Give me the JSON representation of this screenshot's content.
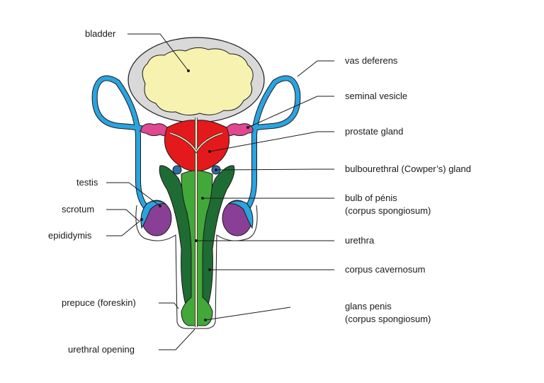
{
  "diagram": {
    "labels": {
      "bladder": "bladder",
      "vas_deferens": "vas deferens",
      "seminal_vesicle": "seminal vesicle",
      "prostate_gland": "prostate gland",
      "bulbourethral_gland": "bulbourethral (Cowper’s) gland",
      "bulb_of_penis_line1": "bulb of pénis",
      "bulb_of_penis_line2": "(corpus spongiosum)",
      "urethra": "urethra",
      "corpus_cavernosum": "corpus cavernosum",
      "glans_penis_line1": "glans penis",
      "glans_penis_line2": "(corpus spongiosum)",
      "testis": "testis",
      "scrotum": "scrotum",
      "epididymis": "epididymis",
      "prepuce": "prepuce (foreskin)",
      "urethral_opening": "urethral opening"
    },
    "colors": {
      "bladder_wall": "#d9d9d9",
      "bladder_fill": "#f7f2b0",
      "vas_deferens": "#2aa3e0",
      "seminal_vesicle": "#e0488f",
      "prostate": "#e3191c",
      "bulbourethral": "#2d6fa8",
      "corpus_spongiosum": "#43a83a",
      "corpus_cavernosum": "#1f6b34",
      "testis": "#8a3f96",
      "urethra": "#f6f0c8"
    }
  }
}
